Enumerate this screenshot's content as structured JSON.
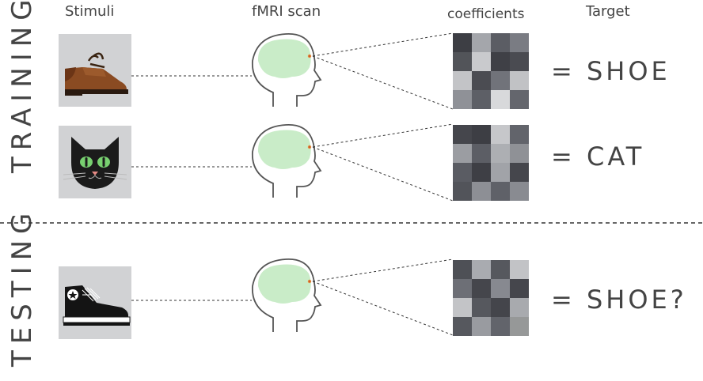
{
  "headers": {
    "stimuli": "Stimuli",
    "fmri": "fMRI scan",
    "coefficients": "coefficients",
    "target": "Target"
  },
  "side_labels": {
    "training": "TRAINING",
    "testing": "TESTING"
  },
  "rows": [
    {
      "stimulus_icon": "shoe-icon",
      "target": "= SHOE",
      "coefficients": [
        "#3d3e44",
        "#a4a6ab",
        "#5b5d64",
        "#7a7c83",
        "#525459",
        "#c9cacd",
        "#3f4046",
        "#4a4b51",
        "#c3c4c7",
        "#4b4c52",
        "#71737a",
        "#c1c2c5",
        "#8f9197",
        "#5d5f66",
        "#d8d9db",
        "#64666d"
      ]
    },
    {
      "stimulus_icon": "cat-icon",
      "target": "= CAT",
      "coefficients": [
        "#45464c",
        "#3d3e44",
        "#c6c7ca",
        "#62646b",
        "#9b9da2",
        "#5c5e65",
        "#adafb3",
        "#8f9196",
        "#5a5c63",
        "#3e3f45",
        "#a1a3a8",
        "#45464c",
        "#52545a",
        "#8d8f95",
        "#5f6168",
        "#898b91"
      ]
    },
    {
      "stimulus_icon": "sneaker-icon",
      "target": "= SHOE?",
      "coefficients": [
        "#4e5056",
        "#a9abb0",
        "#56585e",
        "#c2c3c6",
        "#6d6f76",
        "#45464c",
        "#878990",
        "#45464c",
        "#c3c4c7",
        "#56585e",
        "#44454b",
        "#a8aaae",
        "#56585e",
        "#999ba0",
        "#62646b",
        "#969898"
      ]
    }
  ]
}
